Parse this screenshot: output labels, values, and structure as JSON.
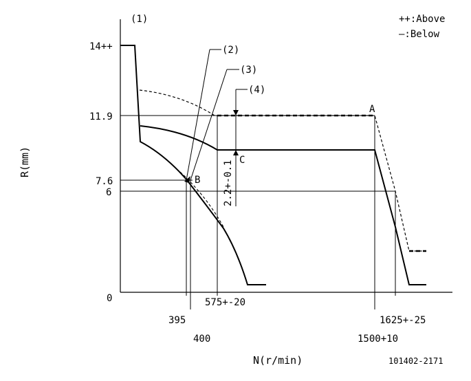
{
  "legend": {
    "above": "++:Above",
    "below": "—:Below"
  },
  "y_axis": {
    "title": "R(mm)",
    "ticks": [
      "14++",
      "11.9",
      "7.6",
      "6",
      "0"
    ]
  },
  "x_axis": {
    "title": "N(r/min)",
    "ticks": [
      "395",
      "400",
      "575+-20",
      "1500+10",
      "1625+-25"
    ]
  },
  "callouts": [
    "(1)",
    "(2)",
    "(3)",
    "(4)"
  ],
  "point_labels": [
    "A",
    "B",
    "C"
  ],
  "dimension_label": "2.2+-0.1",
  "drawing_number": "101402-2171"
}
